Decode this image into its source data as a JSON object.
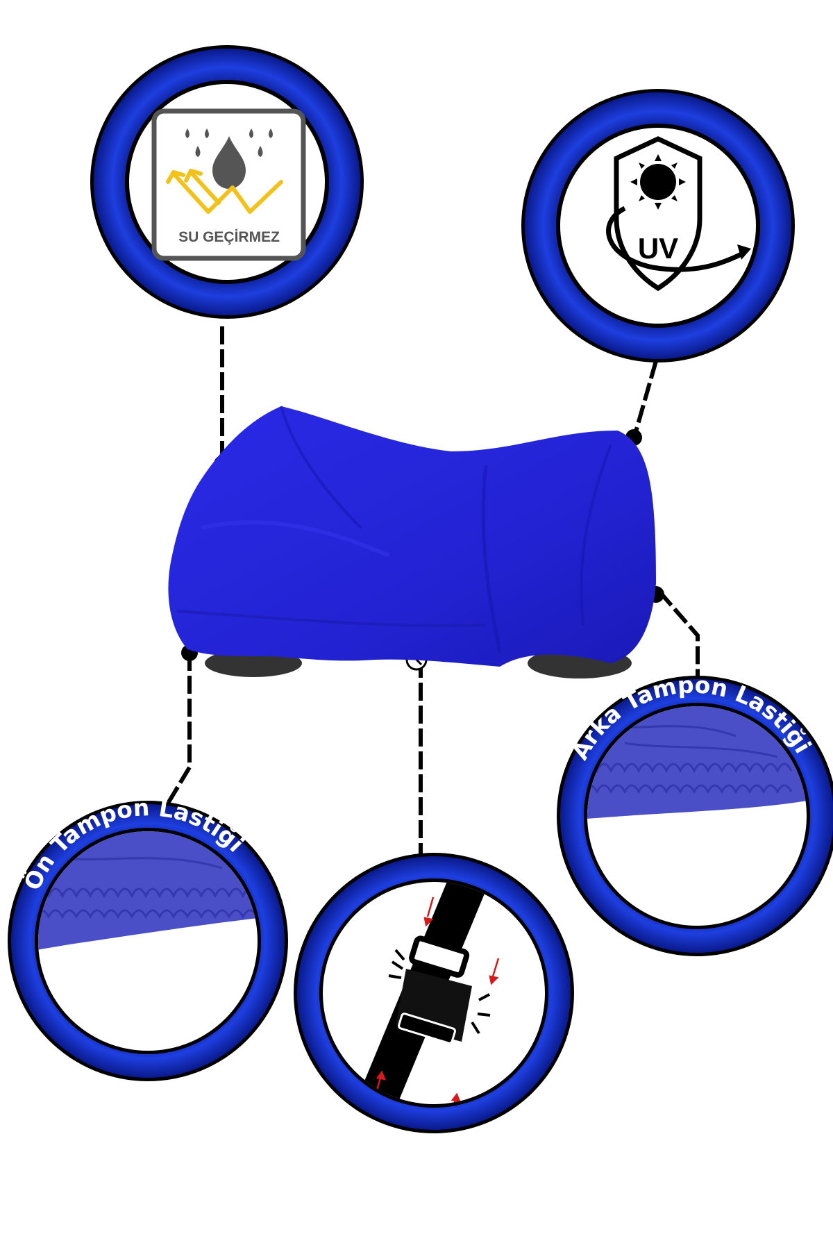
{
  "colors": {
    "ring_blue": "#1e3fe0",
    "ring_dark": "#0a1a8c",
    "outline": "#000000",
    "cover_blue": "#2424d8",
    "cover_dark": "#1616b0",
    "elastic_fabric": "#4a4fc8",
    "icon_gray": "#555555",
    "icon_yellow": "#f2c21a",
    "arrow_red": "#d61a1a"
  },
  "features": {
    "waterproof": {
      "label": "SU GEÇİRMEZ",
      "icon": "water-drops-icon"
    },
    "uv": {
      "label": "UV",
      "icon": "sun-shield-icon"
    },
    "front_elastic": {
      "label": "Ön Tampon Lastiği",
      "icon": "elastic-hem-icon"
    },
    "rear_elastic": {
      "label": "Arka Tampon Lastiği",
      "icon": "elastic-hem-icon"
    },
    "buckle": {
      "icon": "buckle-strap-icon"
    }
  }
}
